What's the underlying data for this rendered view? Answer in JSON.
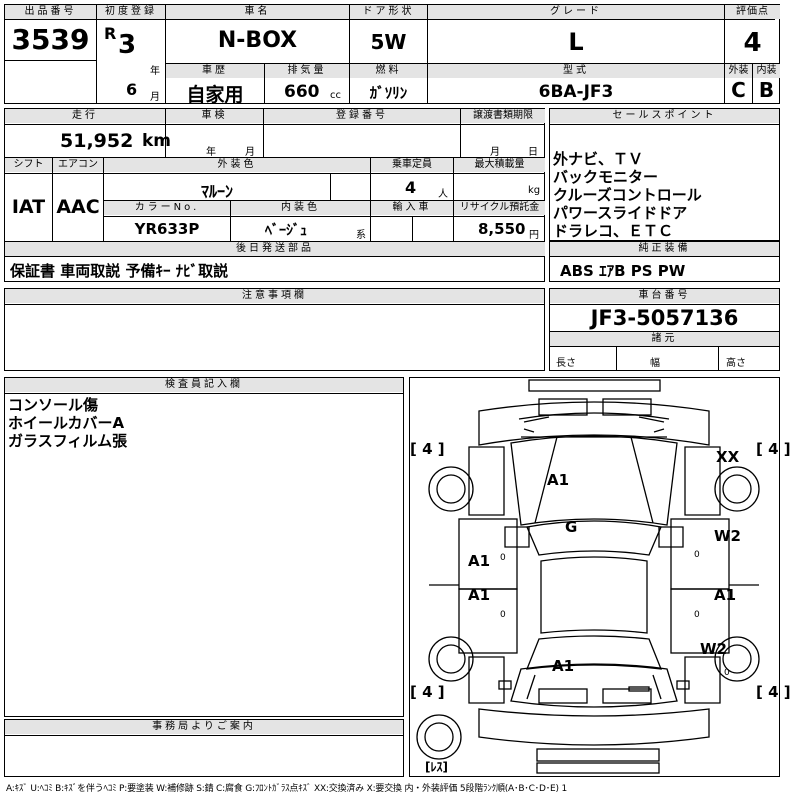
{
  "header": {
    "lot_label": "出品番号",
    "lot_value": "3539",
    "first_reg_label": "初度登録",
    "era": "R",
    "year_value": "3",
    "year_unit": "年",
    "month_value": "6",
    "month_unit": "月",
    "car_name_label": "車名",
    "car_name_value": "N-BOX",
    "door_label": "ドア形状",
    "door_value": "5W",
    "grade_label": "グレード",
    "grade_value": "L",
    "score_label": "評価点",
    "score_value": "4",
    "history_label": "車歴",
    "history_value": "自家用",
    "displacement_label": "排気量",
    "displacement_value": "660",
    "displacement_unit": "cc",
    "fuel_label": "燃料",
    "fuel_value": "ｶﾞｿﾘﾝ",
    "model_label": "型式",
    "model_value": "6BA-JF3",
    "exterior_label": "外装",
    "exterior_value": "C",
    "interior_label": "内装",
    "interior_value": "B"
  },
  "details": {
    "mileage_label": "走行",
    "mileage_value": "51,952",
    "mileage_unit": "km",
    "inspection_label": "車検",
    "inspection_year_unit": "年",
    "inspection_month_unit": "月",
    "reg_no_label": "登録番号",
    "transfer_label": "譲渡書類期限",
    "transfer_month_unit": "月",
    "transfer_day_unit": "日",
    "shift_label": "シフト",
    "shift_value": "IAT",
    "ac_label": "エアコン",
    "ac_value": "AAC",
    "ext_color_label": "外装色",
    "ext_color_value": "ﾏﾙｰﾝ",
    "capacity_label": "乗車定員",
    "capacity_value": "4",
    "capacity_unit": "人",
    "max_load_label": "最大積載量",
    "max_load_unit": "kg",
    "color_no_label": "カラーNo.",
    "color_no_value": "YR633P",
    "int_color_label": "内装色",
    "int_color_value": "ﾍﾞｰｼﾞｭ",
    "int_color_unit": "系",
    "import_label": "輸入車",
    "recycle_label": "リサイクル預託金",
    "recycle_value": "8,550",
    "recycle_unit": "円",
    "later_parts_label": "後日発送部品",
    "later_parts_value": "保証書 車両取説 予備ｷｰ ﾅﾋﾞ取説"
  },
  "sales": {
    "label": "セールスポイント",
    "lines": "外ナビ、ＴＶ\nバックモニター\nクルーズコントロール\nパワースライドドア\nドラレコ、ＥＴＣ"
  },
  "equipment": {
    "label": "純正装備",
    "value": "ABS ｴｱB PS PW"
  },
  "notes": {
    "label": "注意事項欄"
  },
  "chassis": {
    "label": "車台番号",
    "value": "JF3-5057136",
    "dims_label": "諸元",
    "length_label": "長さ",
    "width_label": "幅",
    "height_label": "高さ"
  },
  "inspector": {
    "label": "検査員記入欄",
    "lines": "コンソール傷\nホイールカバーA\nガラスフィルム張"
  },
  "office": {
    "label": "事務局よりご案内"
  },
  "diagram": {
    "tire_fl": "[ 4 ]",
    "tire_fr": "[ 4 ]",
    "tire_rl": "[ 4 ]",
    "tire_rr": "[ 4 ]",
    "marks": {
      "hood": "A1",
      "roof": "G",
      "right_front_fender": "XX",
      "left_front_door": "A1",
      "left_front_door_sub": "0",
      "left_rear_door": "A1",
      "left_rear_door_sub": "0",
      "right_front_door": "W2",
      "right_front_door_sub": "0",
      "right_rear_door": "A1",
      "right_rear_door_sub": "0",
      "right_rear_fender": "W2",
      "right_rear_fender_sub": "0",
      "back_door": "A1"
    },
    "spare": "[ﾚｽ]"
  },
  "legend": "A:ｷｽﾞ U:ﾍｺﾐ B:ｷｽﾞを伴うﾍｺﾐ P:要塗装 W:補修跡 S:錆 C:腐食 G:ﾌﾛﾝﾄｶﾞﾗｽ点ｷｽﾞ XX:交換済み X:要交換 内・外装評価 5段階ﾗﾝｸ順(A･B･C･D･E) 1"
}
